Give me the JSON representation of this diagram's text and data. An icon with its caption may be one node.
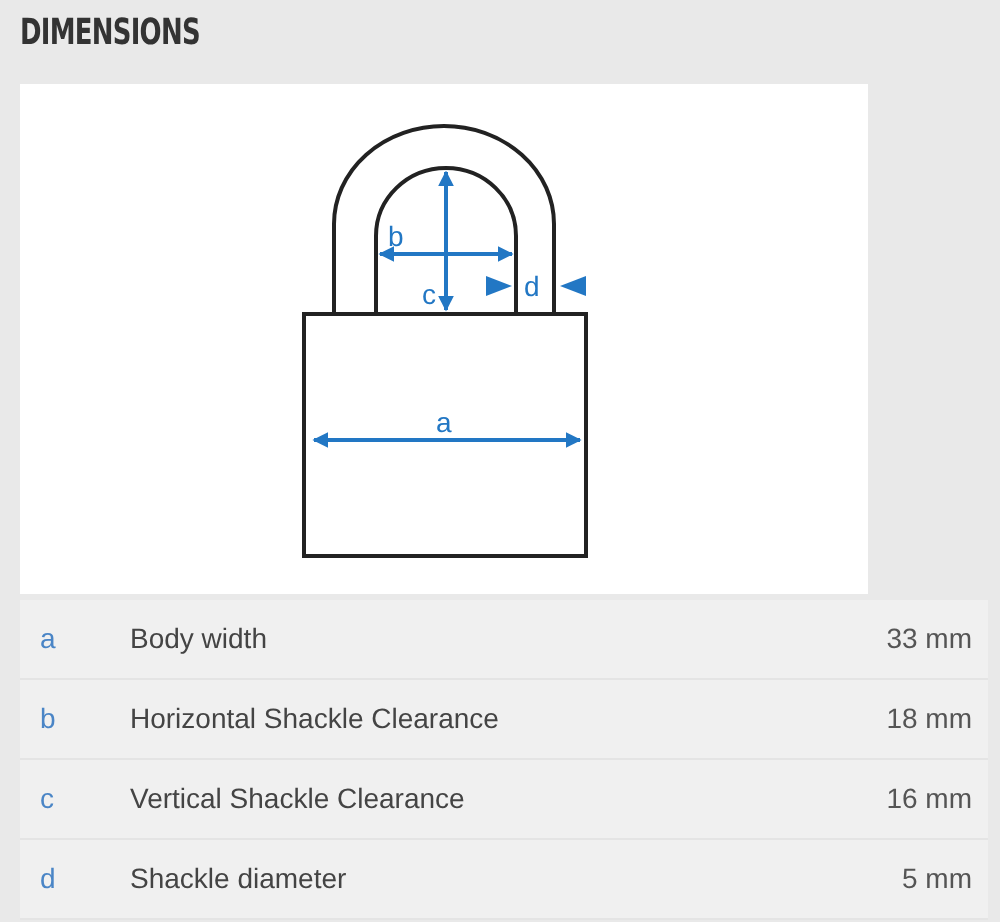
{
  "diagram": {
    "title": "DIMENSIONS",
    "labels": [
      "b",
      "c",
      "d",
      "a",
      "a",
      "Body width",
      "33 mm",
      "b",
      "Horizontal Shackle Clearance",
      "18 mm",
      "c",
      "Vertical Shackle Clearance",
      "16 mm",
      "d",
      "Shackle diameter",
      "5 mm"
    ]
  }
}
